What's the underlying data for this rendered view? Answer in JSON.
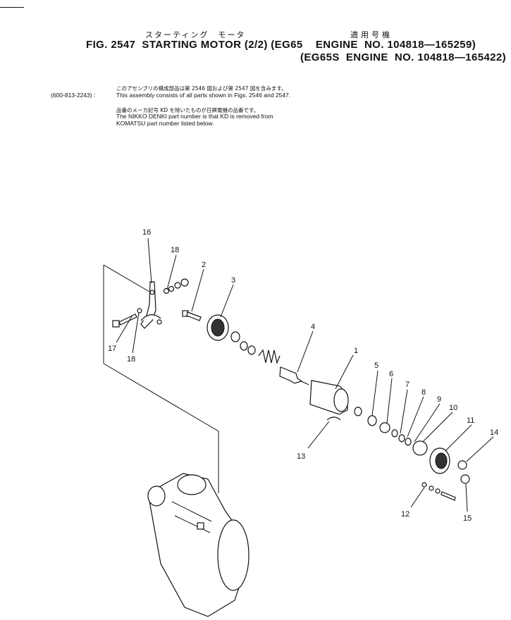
{
  "header": {
    "jp_title": "スターティング　モータ",
    "jp_applicable": "適用号機",
    "fig_line": "FIG. 2547  STARTING MOTOR (2/2) (EG65    ENGINE  NO. 104818—165259)",
    "fig_line2": "(EG65S  ENGINE  NO. 104818—165422)"
  },
  "notes": {
    "jp1": "このアセンブリの構成部品は第 2546 図および第 2547 図を含みます。",
    "assembly_number": "(600-813-2243) :",
    "en1": "This assembly consists of all parts shown in Figs. 2546 and 2547.",
    "jp2": "品番のメーカ記号 KD を除いたものが日興電機の品番です。",
    "en2a": "The NIKKO DENKI part number is that KD is removed from",
    "en2b": "KOMATSU part number listed below."
  },
  "callouts": [
    "1",
    "2",
    "3",
    "4",
    "5",
    "6",
    "7",
    "8",
    "9",
    "10",
    "11",
    "12",
    "13",
    "14",
    "15",
    "16",
    "17",
    "18",
    "18"
  ]
}
